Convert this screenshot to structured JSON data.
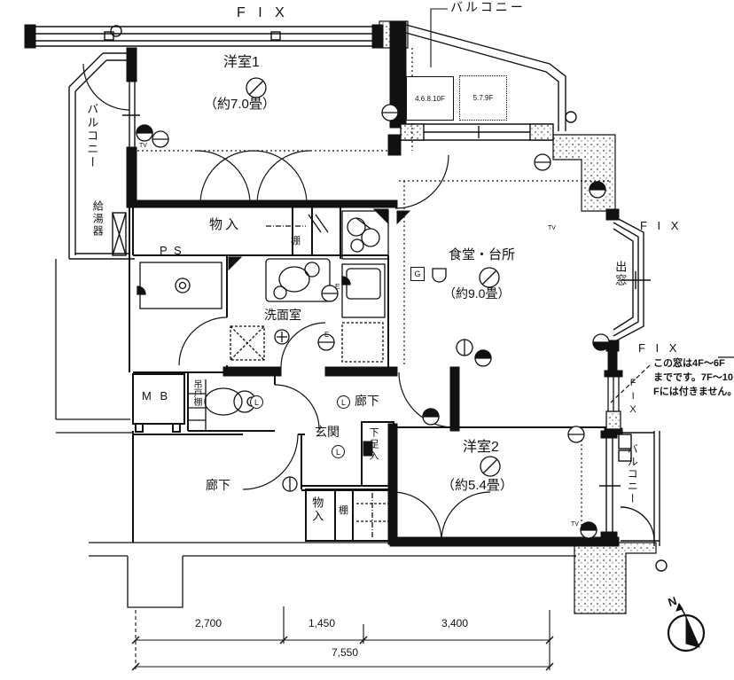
{
  "labels": {
    "fix_top": "F I X",
    "balcony_top": "バルコニー",
    "balcony_left": "バルコニー",
    "balcony_right": "バルコニー",
    "water_heater": "給湯器",
    "ps": "P S",
    "mb": "M B",
    "room1_name": "洋室1",
    "room1_size": "（約7.0畳）",
    "dining_name": "食堂・台所",
    "dining_size": "（約9.0畳）",
    "room2_name": "洋室2",
    "room2_size": "（約5.4畳）",
    "washroom": "洗面室",
    "storage_top": "物入",
    "shelf_top": "棚",
    "storage_bottom": "物入",
    "shelf_bottom": "棚",
    "hanging_cupboard": "吊戸棚",
    "genkan": "玄関",
    "shoe_cabinet": "下足入",
    "hallway": "廊下",
    "corridor": "廊下",
    "bay_window": "出窓",
    "fix_right_upper": "F I X",
    "fix_right_lower": "F I X",
    "fix_right_vertical": "FIX",
    "floor_box_solid": "4.6.8.10F",
    "floor_box_dotted": "5.7.9F",
    "note": {
      "line1": "この窓は4F〜6F",
      "line2": "までです。7F〜10",
      "line3": "Fには付きません。"
    },
    "north": "N"
  },
  "symbols": {
    "tv": "TV",
    "light": "L",
    "gas": "G",
    "electric": "E"
  },
  "dimensions": {
    "seg1": "2,700",
    "seg2": "1,450",
    "seg3": "3,400",
    "total": "7,550"
  }
}
